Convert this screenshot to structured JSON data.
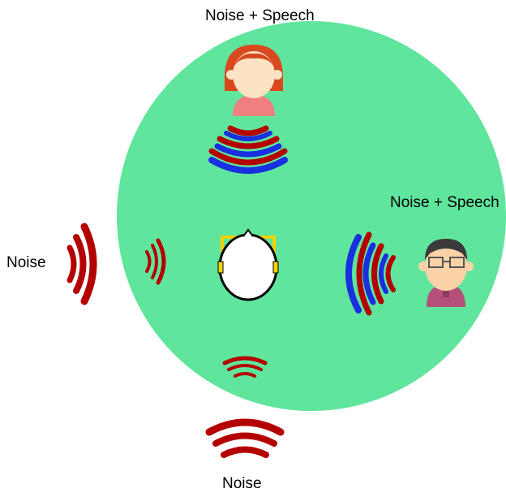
{
  "labels": {
    "top_source": "Noise + Speech",
    "right_source": "Noise + Speech",
    "left_source": "Noise",
    "bottom_source": "Noise"
  },
  "colors": {
    "room": "#5fe59c",
    "noise": "#b30000",
    "speech": "#1a2fe0",
    "head_outline": "#000000",
    "headphones": "#f2d200"
  },
  "icons": {
    "top_person": "woman-avatar-icon",
    "right_person": "man-with-glasses-avatar-icon",
    "listener": "listener-head-with-headphones-icon"
  }
}
